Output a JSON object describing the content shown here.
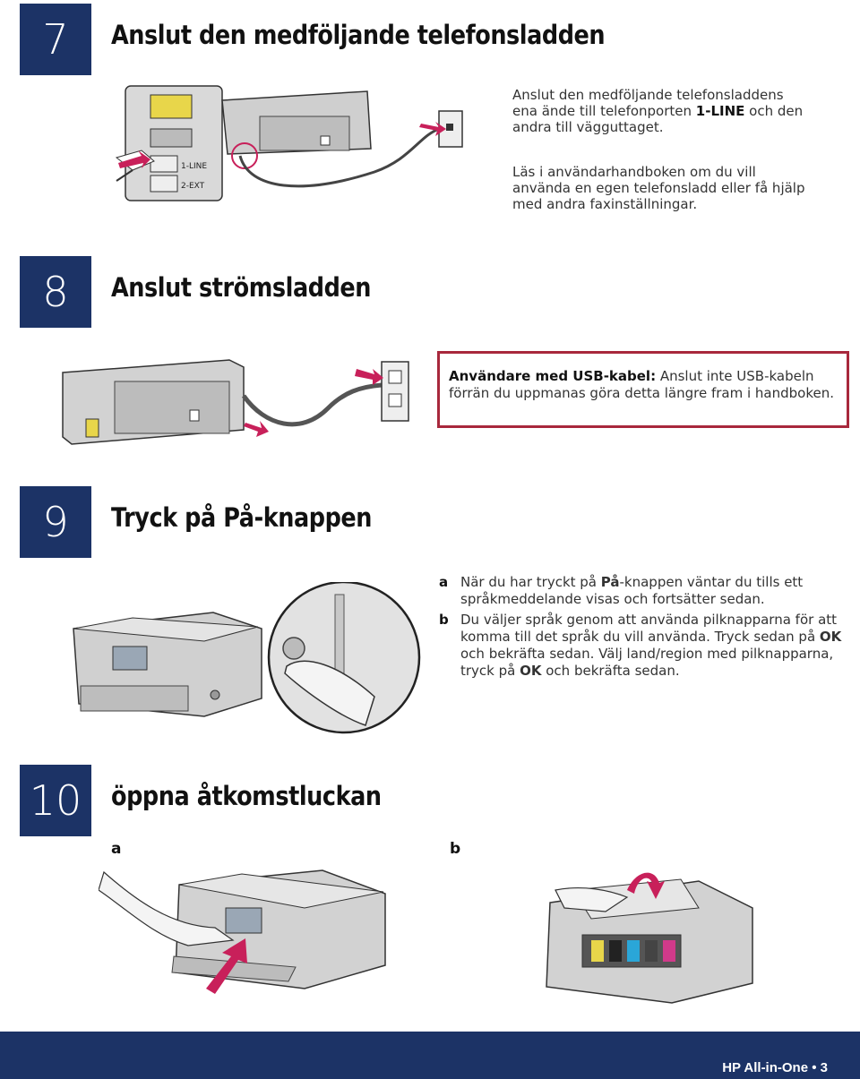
{
  "colors": {
    "navy": "#1c3366",
    "magenta": "#c8205a",
    "warn_border": "#a8283c"
  },
  "steps": [
    {
      "number": "7",
      "title": "Anslut den medföljande telefonsladden"
    },
    {
      "number": "8",
      "title": "Anslut strömsladden"
    },
    {
      "number": "9",
      "title": "Tryck på På-knappen"
    },
    {
      "number": "10",
      "title": "öppna åtkomstluckan"
    }
  ],
  "step7": {
    "p1_start": "Anslut den medföljande telefonsladdens ena ände till telefonporten ",
    "p1_bold": "1-LINE",
    "p1_end": " och den andra till vägguttaget.",
    "p2": "Läs i användarhandboken om du vill använda en egen telefonsladd eller få hjälp med andra faxinställningar.",
    "port_line": "1-LINE",
    "port_ext": "2-EXT"
  },
  "step8": {
    "warn_bold": "Användare med USB-kabel:",
    "warn_text": " Anslut inte USB-kabeln förrän du uppmanas göra detta längre fram i handboken."
  },
  "step9": {
    "items": [
      {
        "letter": "a",
        "pre": "När du har tryckt på ",
        "bold": "På",
        "post": "-knappen väntar du tills ett språkmeddelande visas och fortsätter sedan."
      },
      {
        "letter": "b",
        "text1": "Du väljer språk genom att använda pilknapparna för att komma till det språk du vill använda. Tryck sedan på ",
        "bold1": "OK",
        "text2": " och bekräfta sedan. Välj land/region med pilknapparna, tryck på ",
        "bold2": "OK",
        "text3": " och bekräfta sedan."
      }
    ]
  },
  "step10": {
    "label_a": "a",
    "label_b": "b"
  },
  "footer": {
    "text": "HP All-in-One • 3"
  }
}
